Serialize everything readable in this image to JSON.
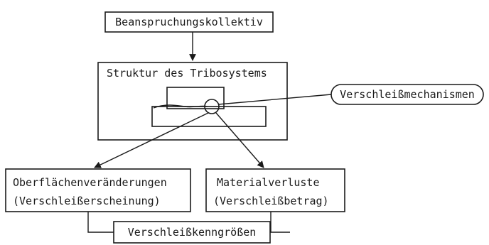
{
  "diagram": {
    "load_spectrum": "Beanspruchungskollektiv",
    "tribosystem_structure": "Struktur des Tribosystems",
    "wear_mechanisms": "Verschleißmechanismen",
    "surface_changes": "Oberflächenveränderungen",
    "wear_appearance": "(Verschleißerscheinung)",
    "material_loss": "Materialverluste",
    "wear_amount": "(Verschleißbetrag)",
    "wear_parameters": "Verschleißkenngrößen"
  },
  "colors": {
    "ink": "#1a1a1a",
    "background": "#ffffff"
  }
}
